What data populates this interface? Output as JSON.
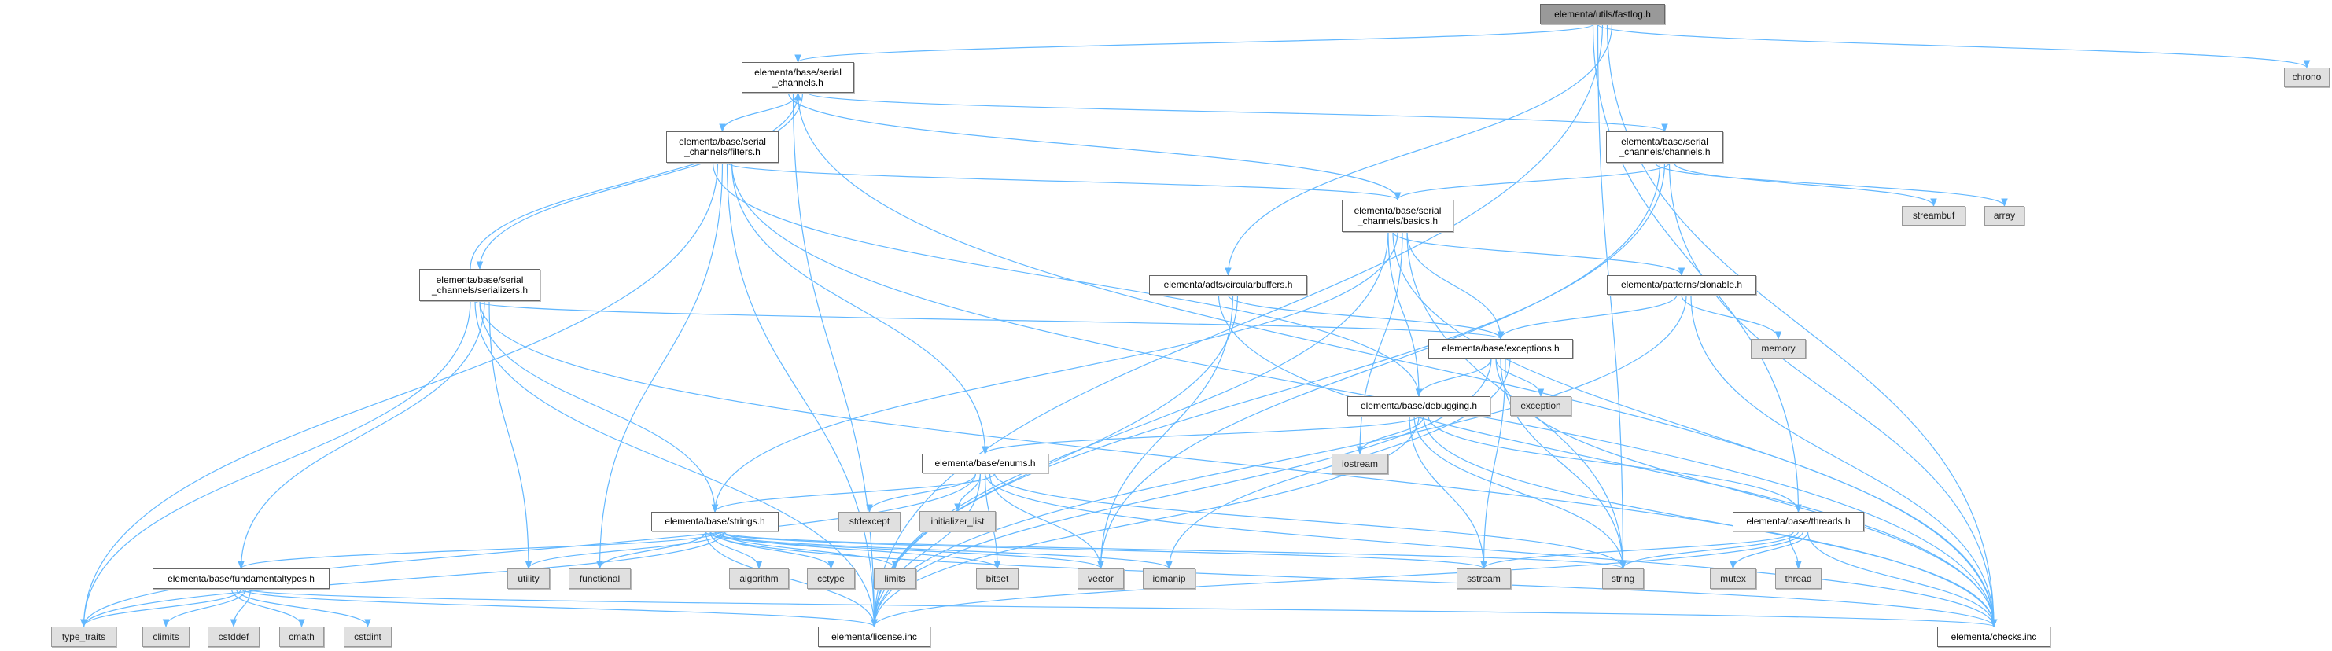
{
  "graph": {
    "title": "elementa/utils/fastlog.h",
    "edge_color": "#63b8ff",
    "nodes": {
      "fastlog": {
        "lines": [
          "elementa/utils/fastlog.h"
        ],
        "kind": "root"
      },
      "serial_channels": {
        "lines": [
          "elementa/base/serial",
          "_channels.h"
        ],
        "kind": "doc"
      },
      "filters": {
        "lines": [
          "elementa/base/serial",
          "_channels/filters.h"
        ],
        "kind": "doc"
      },
      "serializers": {
        "lines": [
          "elementa/base/serial",
          "_channels/serializers.h"
        ],
        "kind": "doc"
      },
      "channels": {
        "lines": [
          "elementa/base/serial",
          "_channels/channels.h"
        ],
        "kind": "doc"
      },
      "basics": {
        "lines": [
          "elementa/base/serial",
          "_channels/basics.h"
        ],
        "kind": "doc"
      },
      "circularbuffers": {
        "lines": [
          "elementa/adts/circularbuffers.h"
        ],
        "kind": "doc"
      },
      "clonable": {
        "lines": [
          "elementa/patterns/clonable.h"
        ],
        "kind": "doc"
      },
      "exceptions": {
        "lines": [
          "elementa/base/exceptions.h"
        ],
        "kind": "doc"
      },
      "debugging": {
        "lines": [
          "elementa/base/debugging.h"
        ],
        "kind": "doc"
      },
      "enums": {
        "lines": [
          "elementa/base/enums.h"
        ],
        "kind": "doc"
      },
      "strings": {
        "lines": [
          "elementa/base/strings.h"
        ],
        "kind": "doc"
      },
      "fundamentaltypes": {
        "lines": [
          "elementa/base/fundamentaltypes.h"
        ],
        "kind": "doc"
      },
      "threads": {
        "lines": [
          "elementa/base/threads.h"
        ],
        "kind": "doc"
      },
      "license": {
        "lines": [
          "elementa/license.inc"
        ],
        "kind": "doc"
      },
      "checks": {
        "lines": [
          "elementa/checks.inc"
        ],
        "kind": "doc"
      },
      "chrono": {
        "lines": [
          "chrono"
        ],
        "kind": "ext"
      },
      "streambuf": {
        "lines": [
          "streambuf"
        ],
        "kind": "ext"
      },
      "array": {
        "lines": [
          "array"
        ],
        "kind": "ext"
      },
      "memory": {
        "lines": [
          "memory"
        ],
        "kind": "ext"
      },
      "exception": {
        "lines": [
          "exception"
        ],
        "kind": "ext"
      },
      "iostream": {
        "lines": [
          "iostream"
        ],
        "kind": "ext"
      },
      "stdexcept": {
        "lines": [
          "stdexcept"
        ],
        "kind": "ext"
      },
      "initializer_list": {
        "lines": [
          "initializer_list"
        ],
        "kind": "ext"
      },
      "utility": {
        "lines": [
          "utility"
        ],
        "kind": "ext"
      },
      "functional": {
        "lines": [
          "functional"
        ],
        "kind": "ext"
      },
      "algorithm": {
        "lines": [
          "algorithm"
        ],
        "kind": "ext"
      },
      "cctype": {
        "lines": [
          "cctype"
        ],
        "kind": "ext"
      },
      "limits": {
        "lines": [
          "limits"
        ],
        "kind": "ext"
      },
      "bitset": {
        "lines": [
          "bitset"
        ],
        "kind": "ext"
      },
      "vector": {
        "lines": [
          "vector"
        ],
        "kind": "ext"
      },
      "iomanip": {
        "lines": [
          "iomanip"
        ],
        "kind": "ext"
      },
      "sstream": {
        "lines": [
          "sstream"
        ],
        "kind": "ext"
      },
      "string": {
        "lines": [
          "string"
        ],
        "kind": "ext"
      },
      "mutex": {
        "lines": [
          "mutex"
        ],
        "kind": "ext"
      },
      "thread": {
        "lines": [
          "thread"
        ],
        "kind": "ext"
      },
      "type_traits": {
        "lines": [
          "type_traits"
        ],
        "kind": "ext"
      },
      "climits": {
        "lines": [
          "climits"
        ],
        "kind": "ext"
      },
      "cstddef": {
        "lines": [
          "cstddef"
        ],
        "kind": "ext"
      },
      "cmath": {
        "lines": [
          "cmath"
        ],
        "kind": "ext"
      },
      "cstdint": {
        "lines": [
          "cstdint"
        ],
        "kind": "ext"
      }
    },
    "edges": [
      [
        "fastlog",
        "serial_channels"
      ],
      [
        "fastlog",
        "chrono"
      ],
      [
        "fastlog",
        "license"
      ],
      [
        "fastlog",
        "checks"
      ],
      [
        "fastlog",
        "circularbuffers"
      ],
      [
        "fastlog",
        "threads"
      ],
      [
        "fastlog",
        "string"
      ],
      [
        "serial_channels",
        "filters"
      ],
      [
        "serial_channels",
        "serializers"
      ],
      [
        "serial_channels",
        "channels"
      ],
      [
        "serial_channels",
        "basics"
      ],
      [
        "serial_channels",
        "license"
      ],
      [
        "serial_channels",
        "checks"
      ],
      [
        "filters",
        "basics"
      ],
      [
        "filters",
        "enums"
      ],
      [
        "filters",
        "debugging"
      ],
      [
        "filters",
        "type_traits"
      ],
      [
        "filters",
        "functional"
      ],
      [
        "filters",
        "license"
      ],
      [
        "filters",
        "checks"
      ],
      [
        "serializers",
        "serial_channels"
      ],
      [
        "serializers",
        "exceptions"
      ],
      [
        "serializers",
        "strings"
      ],
      [
        "serializers",
        "fundamentaltypes"
      ],
      [
        "serializers",
        "utility"
      ],
      [
        "serializers",
        "type_traits"
      ],
      [
        "serializers",
        "license"
      ],
      [
        "serializers",
        "checks"
      ],
      [
        "channels",
        "basics"
      ],
      [
        "channels",
        "streambuf"
      ],
      [
        "channels",
        "array"
      ],
      [
        "channels",
        "vector"
      ],
      [
        "channels",
        "license"
      ],
      [
        "channels",
        "checks"
      ],
      [
        "basics",
        "exceptions"
      ],
      [
        "basics",
        "debugging"
      ],
      [
        "basics",
        "clonable"
      ],
      [
        "basics",
        "strings"
      ],
      [
        "basics",
        "iostream"
      ],
      [
        "basics",
        "string"
      ],
      [
        "basics",
        "license"
      ],
      [
        "basics",
        "checks"
      ],
      [
        "circularbuffers",
        "exceptions"
      ],
      [
        "circularbuffers",
        "vector"
      ],
      [
        "circularbuffers",
        "license"
      ],
      [
        "circularbuffers",
        "checks"
      ],
      [
        "clonable",
        "exceptions"
      ],
      [
        "clonable",
        "memory"
      ],
      [
        "clonable",
        "license"
      ],
      [
        "clonable",
        "checks"
      ],
      [
        "exceptions",
        "debugging"
      ],
      [
        "exceptions",
        "exception"
      ],
      [
        "exceptions",
        "string"
      ],
      [
        "exceptions",
        "sstream"
      ],
      [
        "exceptions",
        "iomanip"
      ],
      [
        "exceptions",
        "license"
      ],
      [
        "exceptions",
        "checks"
      ],
      [
        "debugging",
        "enums"
      ],
      [
        "debugging",
        "iostream"
      ],
      [
        "debugging",
        "threads"
      ],
      [
        "debugging",
        "sstream"
      ],
      [
        "debugging",
        "string"
      ],
      [
        "debugging",
        "license"
      ],
      [
        "debugging",
        "checks"
      ],
      [
        "enums",
        "strings"
      ],
      [
        "enums",
        "stdexcept"
      ],
      [
        "enums",
        "initializer_list"
      ],
      [
        "enums",
        "bitset"
      ],
      [
        "enums",
        "vector"
      ],
      [
        "enums",
        "string"
      ],
      [
        "enums",
        "type_traits"
      ],
      [
        "enums",
        "license"
      ],
      [
        "enums",
        "checks"
      ],
      [
        "strings",
        "fundamentaltypes"
      ],
      [
        "strings",
        "utility"
      ],
      [
        "strings",
        "functional"
      ],
      [
        "strings",
        "algorithm"
      ],
      [
        "strings",
        "cctype"
      ],
      [
        "strings",
        "limits"
      ],
      [
        "strings",
        "bitset"
      ],
      [
        "strings",
        "vector"
      ],
      [
        "strings",
        "iomanip"
      ],
      [
        "strings",
        "sstream"
      ],
      [
        "strings",
        "string"
      ],
      [
        "strings",
        "type_traits"
      ],
      [
        "strings",
        "license"
      ],
      [
        "strings",
        "checks"
      ],
      [
        "fundamentaltypes",
        "type_traits"
      ],
      [
        "fundamentaltypes",
        "climits"
      ],
      [
        "fundamentaltypes",
        "cstddef"
      ],
      [
        "fundamentaltypes",
        "cmath"
      ],
      [
        "fundamentaltypes",
        "cstdint"
      ],
      [
        "fundamentaltypes",
        "license"
      ],
      [
        "fundamentaltypes",
        "checks"
      ],
      [
        "threads",
        "mutex"
      ],
      [
        "threads",
        "thread"
      ],
      [
        "threads",
        "sstream"
      ],
      [
        "threads",
        "string"
      ],
      [
        "threads",
        "license"
      ],
      [
        "threads",
        "checks"
      ]
    ]
  }
}
